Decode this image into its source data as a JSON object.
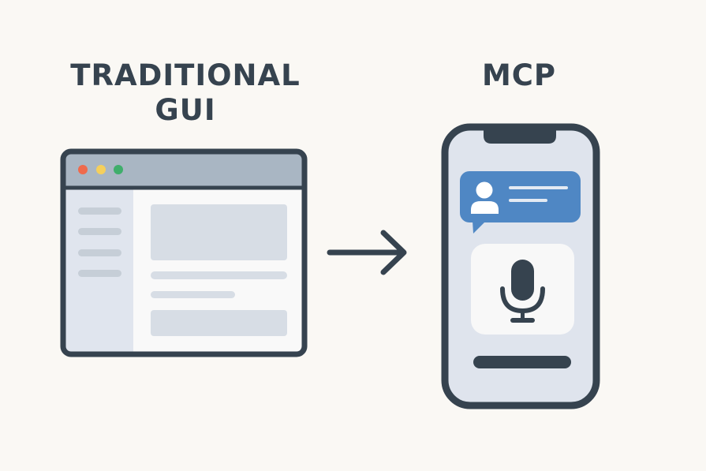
{
  "left": {
    "title_line1": "TRADITIONAL",
    "title_line2": "GUI"
  },
  "right": {
    "title": "MCP"
  },
  "colors": {
    "background": "#faf8f4",
    "outline": "#36434f",
    "titlebar": "#a9b6c3",
    "sidebar": "#e0e5ee",
    "placeholder": "#d7dde5",
    "dot_red": "#ef6a4c",
    "dot_yellow": "#f5cf5b",
    "dot_green": "#3fae6b",
    "bubble": "#4f87c4",
    "phone_screen": "#dfe4ed"
  }
}
